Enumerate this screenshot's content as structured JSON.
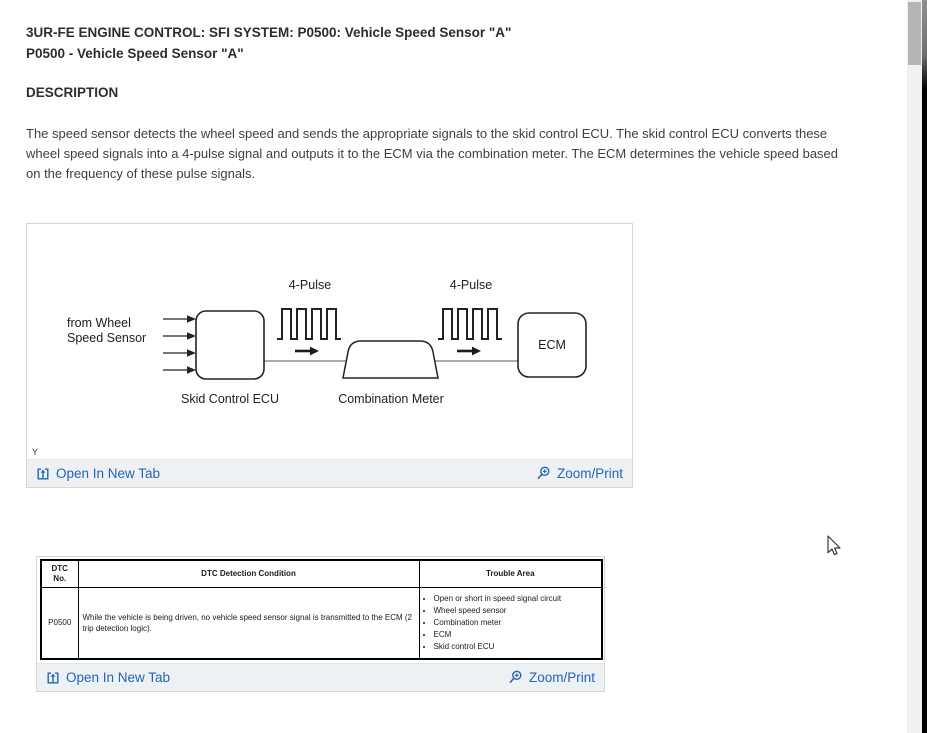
{
  "header": {
    "title_line1": "3UR-FE ENGINE CONTROL: SFI SYSTEM: P0500: Vehicle Speed Sensor \"A\"",
    "title_line2": "P0500 - Vehicle Speed Sensor \"A\"",
    "section_heading": "DESCRIPTION"
  },
  "description": "The speed sensor detects the wheel speed and sends the appropriate signals to the skid control ECU. The skid control ECU converts these wheel speed signals into a 4-pulse signal and outputs it to the ECM via the combination meter. The ECM determines the vehicle speed based on the frequency of these pulse signals.",
  "diagram": {
    "from_wheel_line1": "from Wheel",
    "from_wheel_line2": "Speed Sensor",
    "skid_control_ecu": "Skid Control ECU",
    "combination_meter": "Combination Meter",
    "ecm": "ECM",
    "pulse_label_left": "4-Pulse",
    "pulse_label_right": "4-Pulse",
    "corner_mark": "Y",
    "footer": {
      "open_in_new_tab": "Open In New Tab",
      "zoom_print": "Zoom/Print"
    }
  },
  "dtc_table": {
    "headers": [
      "DTC No.",
      "DTC Detection Condition",
      "Trouble Area"
    ],
    "row": {
      "dtc_no": "P0500",
      "detection_condition": "While the vehicle is being driven, no vehicle speed sensor signal is transmitted to the ECM (2 trip detection logic).",
      "trouble_areas": [
        "Open or short in speed signal circuit",
        "Wheel speed sensor",
        "Combination meter",
        "ECM",
        "Skid control ECU"
      ]
    },
    "footer": {
      "open_in_new_tab": "Open In New Tab",
      "zoom_print": "Zoom/Print"
    }
  },
  "colors": {
    "link": "#2265b4",
    "footer_bg": "#eef1f4"
  }
}
